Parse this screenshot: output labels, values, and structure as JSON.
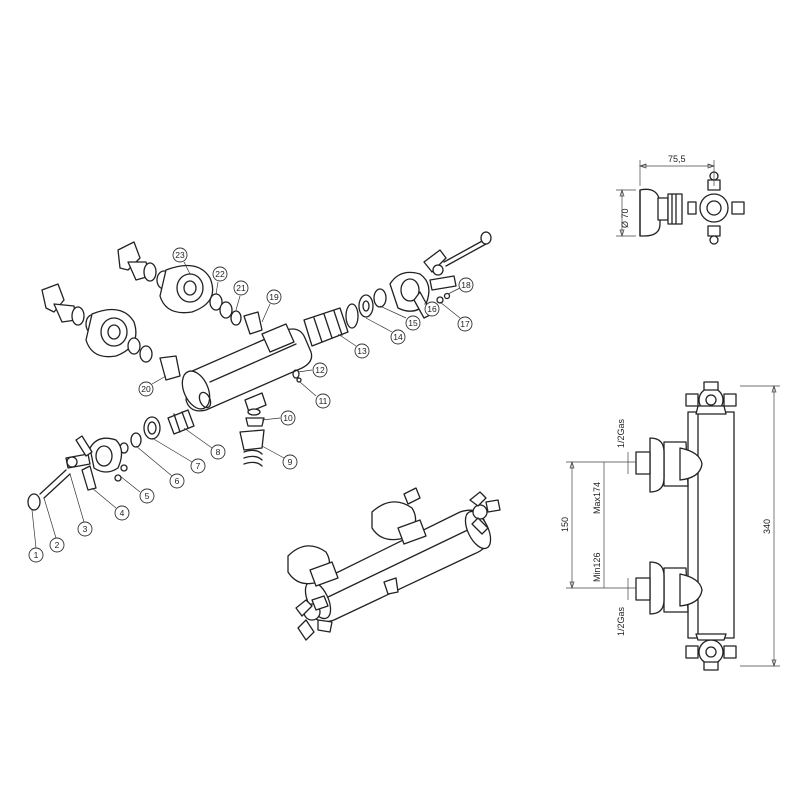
{
  "exploded_view": {
    "callouts": [
      {
        "n": "1"
      },
      {
        "n": "2"
      },
      {
        "n": "3"
      },
      {
        "n": "4"
      },
      {
        "n": "5"
      },
      {
        "n": "6"
      },
      {
        "n": "7"
      },
      {
        "n": "8"
      },
      {
        "n": "9"
      },
      {
        "n": "10"
      },
      {
        "n": "11"
      },
      {
        "n": "12"
      },
      {
        "n": "13"
      },
      {
        "n": "14"
      },
      {
        "n": "15"
      },
      {
        "n": "16"
      },
      {
        "n": "17"
      },
      {
        "n": "18"
      },
      {
        "n": "19"
      },
      {
        "n": "20"
      },
      {
        "n": "21"
      },
      {
        "n": "22"
      },
      {
        "n": "23"
      }
    ]
  },
  "top_view": {
    "width_dim": "75,5",
    "diameter_dim": "Ø 70"
  },
  "front_view": {
    "inlet_top": "1/2Gas",
    "inlet_bottom": "1/2Gas",
    "centers": "150",
    "range_max": "Max174",
    "range_min": "Min126",
    "height": "340"
  }
}
